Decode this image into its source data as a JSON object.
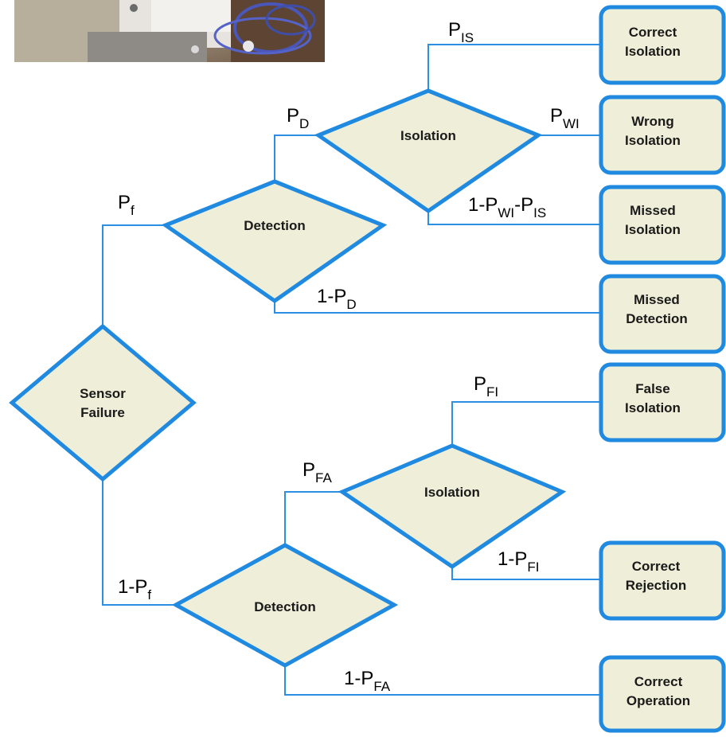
{
  "colors": {
    "shape_stroke": "#1f8ae0",
    "shape_fill": "#efefd9",
    "line": "#2b8fe3",
    "text": "#1a1a1a"
  },
  "photo": {
    "name": "hardware-photo",
    "description_icon": "sensor-hardware-photo"
  },
  "decisions": {
    "sensor_failure": [
      "Sensor",
      "Failure"
    ],
    "detection_top": [
      "Detection"
    ],
    "isolation_top": [
      "Isolation"
    ],
    "detection_bottom": [
      "Detection"
    ],
    "isolation_bottom": [
      "Isolation"
    ]
  },
  "outcomes": {
    "correct_isolation": [
      "Correct",
      "Isolation"
    ],
    "wrong_isolation": [
      "Wrong",
      "Isolation"
    ],
    "missed_isolation": [
      "Missed",
      "Isolation"
    ],
    "missed_detection": [
      "Missed",
      "Detection"
    ],
    "false_isolation": [
      "False",
      "Isolation"
    ],
    "correct_rejection": [
      "Correct",
      "Rejection"
    ],
    "correct_operation": [
      "Correct",
      "Operation"
    ]
  },
  "probabilities": {
    "p_is": [
      {
        "t": "P"
      },
      {
        "t": "IS",
        "sub": true
      }
    ],
    "p_d": [
      {
        "t": "P"
      },
      {
        "t": "D",
        "sub": true
      }
    ],
    "p_wi": [
      {
        "t": "P"
      },
      {
        "t": "WI",
        "sub": true
      }
    ],
    "p_f": [
      {
        "t": "P"
      },
      {
        "t": "f",
        "sub": true
      }
    ],
    "one_minus_pwi_pis": [
      {
        "t": "1-P"
      },
      {
        "t": "WI",
        "sub": true
      },
      {
        "t": "-P"
      },
      {
        "t": "IS",
        "sub": true
      }
    ],
    "one_minus_pd": [
      {
        "t": "1-P"
      },
      {
        "t": "D",
        "sub": true
      }
    ],
    "p_fi": [
      {
        "t": "P"
      },
      {
        "t": "FI",
        "sub": true
      }
    ],
    "p_fa": [
      {
        "t": "P"
      },
      {
        "t": "FA",
        "sub": true
      }
    ],
    "one_minus_pfi": [
      {
        "t": "1-P"
      },
      {
        "t": "FI",
        "sub": true
      }
    ],
    "one_minus_pf": [
      {
        "t": "1-P"
      },
      {
        "t": "f",
        "sub": true
      }
    ],
    "one_minus_pfa": [
      {
        "t": "1-P"
      },
      {
        "t": "FA",
        "sub": true
      }
    ]
  }
}
